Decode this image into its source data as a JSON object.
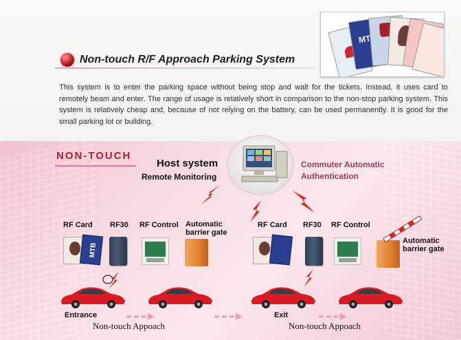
{
  "header": {
    "title": "Non-touch R/F Approach Parking System",
    "description": "This system is to enter the parking space without being stop and wait for the tickets. Instead, it uses card to remotely beam and enter. The range of usage is relatively short in comparison to the non-stop parking system. This system is relatively cheap and, because of not relying on the battery, can be used permanently. It is good for the small parking lot or building.",
    "card_logo_text": "MTB"
  },
  "diagram": {
    "section_label": "NON-TOUCH",
    "host_title": "Host system",
    "host_subtitle": "Remote Monitoring",
    "commuter_line1": "Commuter Automatic",
    "commuter_line2": "Authentication",
    "entrance_group": {
      "rf_card": "RF Card",
      "rf30": "RF30",
      "rf_control": "RF Control",
      "barrier_line1": "Automatic",
      "barrier_line2": "barrier gate",
      "car_caption": "Entrance",
      "flow_caption": "Non-touch Appoach"
    },
    "exit_group": {
      "rf_card": "RF Card",
      "rf30": "RF30",
      "rf_control": "RF Control",
      "barrier_line1": "Automatic",
      "barrier_line2": "barrier gate",
      "car_caption": "Exit",
      "flow_caption": "Non-touch Appoach"
    },
    "card_logo_text": "MTB"
  },
  "colors": {
    "accent_red": "#a8242f",
    "bolt_red": "#d42a22",
    "car_red": "#d81c21",
    "commuter": "#9b3a5c",
    "arrow_pink": "#e89fb4"
  }
}
